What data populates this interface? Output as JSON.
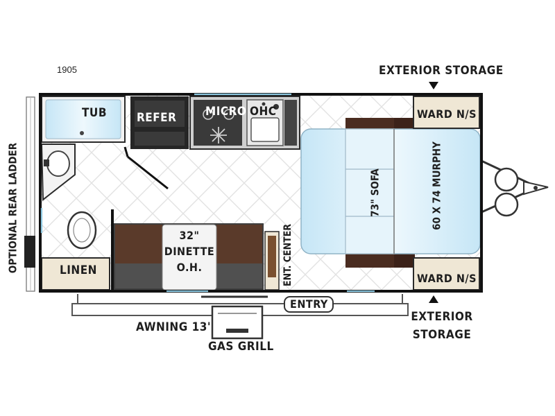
{
  "model": "1905",
  "labels": {
    "tub": "TUB",
    "refer": "REFER",
    "micro": "MICRO",
    "ohc": "OHC",
    "ward_top": "WARD N/S",
    "ward_bottom": "WARD N/S",
    "murphy": "60 X 74 MURPHY",
    "sofa": "73\" SOFA",
    "dinette": "32\"\nDINETTE\nO.H.",
    "ent_center": "ENT. CENTER",
    "linen": "LINEN",
    "entry": "ENTRY",
    "optional_rear_ladder": "OPTIONAL REAR LADDER",
    "exterior_storage_top": "EXTERIOR STORAGE",
    "exterior_storage_bottom": "EXTERIOR\nSTORAGE",
    "awning": "AWNING 13'",
    "gas_grill": "GAS GRILL"
  },
  "colors": {
    "wall": "#1a1a1a",
    "floor": "#ffffff",
    "tile_line": "#e1e1e1",
    "mattress": "#dff1fa",
    "cabinet": "#efe7d5",
    "sofa_frame": "#4a2c20",
    "dinette_wood": "#5a3a2a",
    "dinette_cushion": "#505050",
    "appliance": "#2a2a2a"
  }
}
